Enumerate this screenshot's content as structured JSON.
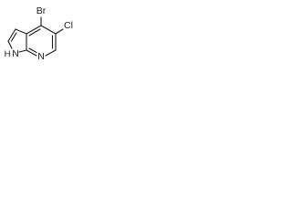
{
  "structure": {
    "atoms": {
      "bromine": "Br",
      "chlorine": "Cl",
      "nh_n": "N",
      "nh_h": "H",
      "pyridine_n": "N"
    }
  }
}
